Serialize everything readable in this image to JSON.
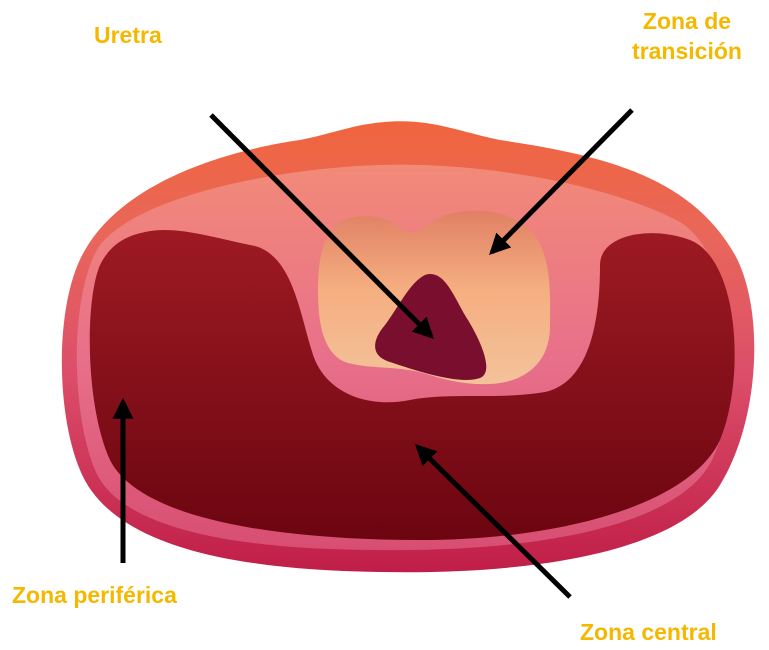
{
  "labels": {
    "uretra": "Uretra",
    "transicion_line1": "Zona de",
    "transicion_line2": "transición",
    "periferica": "Zona periférica",
    "central": "Zona central"
  },
  "colors": {
    "label_text": "#F5B800",
    "arrow": "#000000",
    "outer_rim": "#C8224A",
    "outer_top": "#EE5A3C",
    "pink_band": "#E0607A",
    "peripheral_zone": "#7C0A12",
    "transition_zone": "#F2A878",
    "urethra": "#7A0E2E"
  }
}
